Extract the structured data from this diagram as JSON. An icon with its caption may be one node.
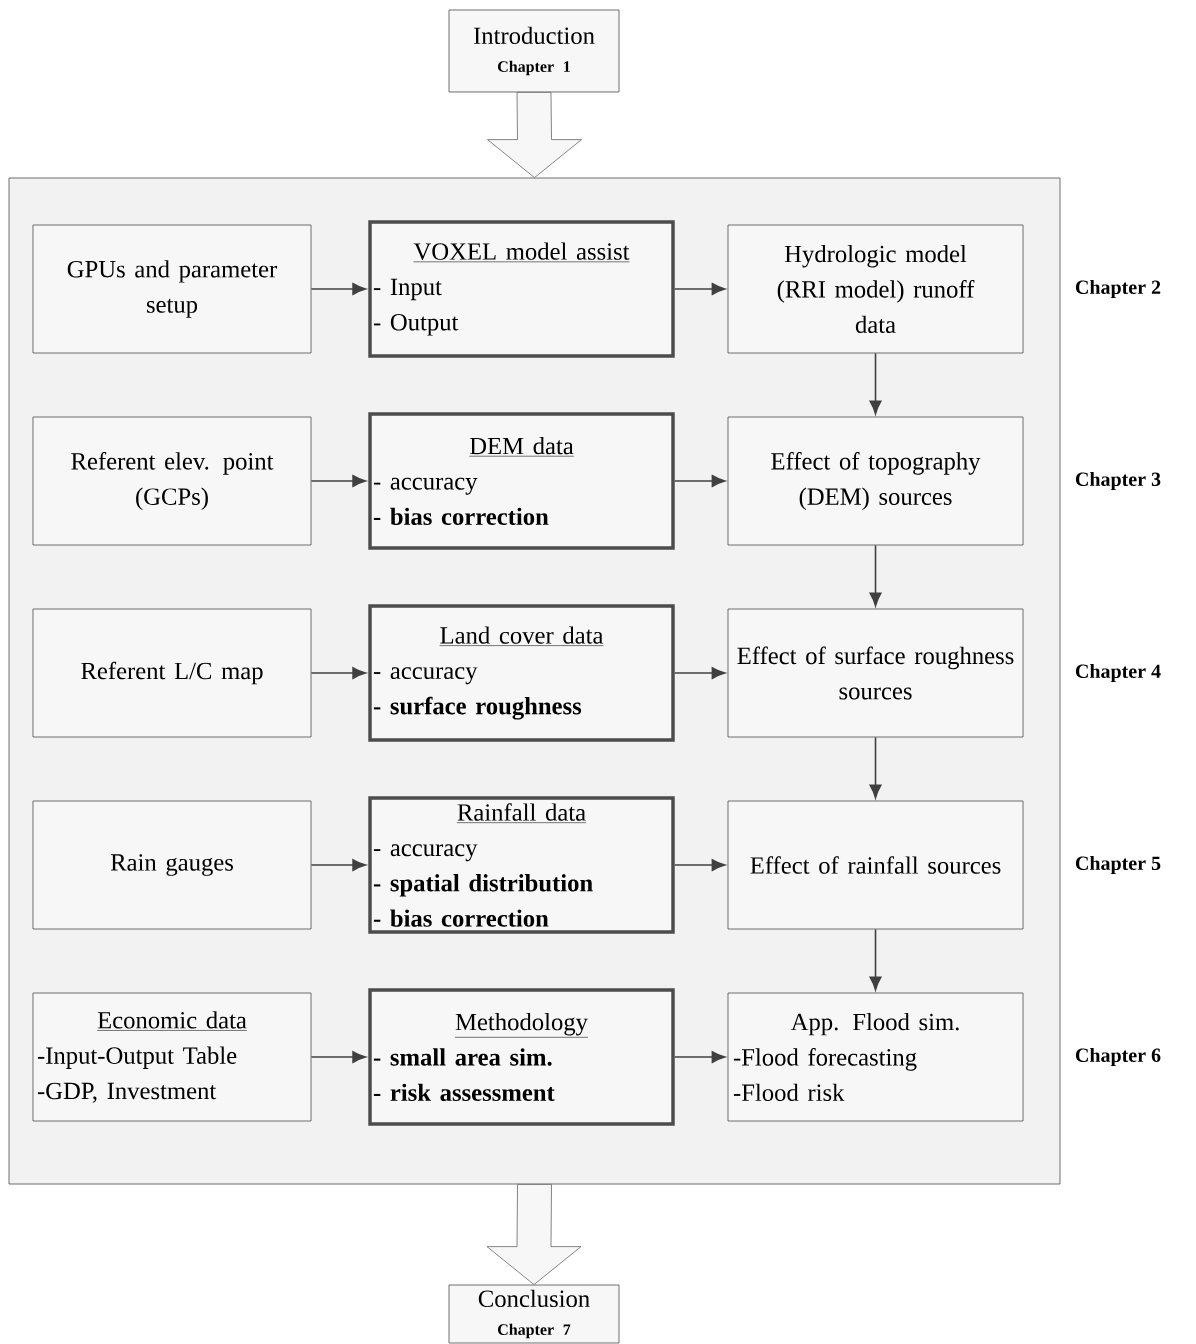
{
  "diagram": {
    "nodes": [
      {
        "text": [
          "Introduction",
          "Chapter 1"
        ]
      },
      {
        "text": [],
        "shape": "box"
      },
      {
        "text": [
          "GPUs and parameter setup"
        ],
        "in": 1
      },
      {
        "text": [
          "VOXEL model assist",
          "- Input",
          "- Output"
        ],
        "in": 1
      },
      {
        "text": [
          "Hydrologic model (RRI model) runoff data"
        ],
        "in": 1
      },
      {
        "text": [
          "Referent elev. point (GCPs)"
        ],
        "in": 1
      },
      {
        "text": [
          "DEM data",
          "- accuracy",
          "- bias correction"
        ],
        "in": 1
      },
      {
        "text": [
          "Effect of topography (DEM) sources"
        ],
        "in": 1
      },
      {
        "text": [
          "Referent L/C map"
        ],
        "in": 1
      },
      {
        "text": [
          "Land cover data",
          "- accuracy",
          "- surface roughness"
        ],
        "in": 1
      },
      {
        "text": [
          "Effect of surface roughness sources"
        ],
        "in": 1
      },
      {
        "text": [
          "Rain gauges"
        ],
        "in": 1
      },
      {
        "text": [
          "Rainfall data",
          "- accuracy",
          "- spatial distribution",
          "- bias correction"
        ],
        "in": 1
      },
      {
        "text": [
          "Effect of rainfall sources"
        ],
        "in": 1
      },
      {
        "text": [
          "Economic data",
          "-Input-Output Table",
          "-GDP, Investment"
        ],
        "in": 1
      },
      {
        "text": [
          "Methodology",
          "- small area sim.",
          "- risk assessment"
        ],
        "in": 1
      },
      {
        "text": [
          "App. Flood sim.",
          "-Flood forecasting",
          "-Flood risk"
        ],
        "in": 1
      },
      {
        "text": [
          "Conclusion",
          "Chapter 7"
        ]
      }
    ],
    "edges": [
      {
        "from": 0,
        "to": 1,
        "arrow": "to"
      },
      {
        "from": 2,
        "to": 3,
        "arrow": "to"
      },
      {
        "from": 3,
        "to": 4,
        "arrow": "to"
      },
      {
        "from": 4,
        "to": 7,
        "arrow": "to"
      },
      {
        "from": 5,
        "to": 6,
        "arrow": "to"
      },
      {
        "from": 6,
        "to": 7,
        "arrow": "to"
      },
      {
        "from": 7,
        "to": 10,
        "arrow": "to"
      },
      {
        "from": 8,
        "to": 9,
        "arrow": "to"
      },
      {
        "from": 9,
        "to": 10,
        "arrow": "to"
      },
      {
        "from": 10,
        "to": 13,
        "arrow": "to"
      },
      {
        "from": 11,
        "to": 12,
        "arrow": "to"
      },
      {
        "from": 12,
        "to": 13,
        "arrow": "to"
      },
      {
        "from": 13,
        "to": 16,
        "arrow": "to"
      },
      {
        "from": 14,
        "to": 15,
        "arrow": "to"
      },
      {
        "from": 15,
        "to": 16,
        "arrow": "to"
      },
      {
        "from": 1,
        "to": 17,
        "arrow": "to"
      }
    ],
    "labels": [
      "Chapter 2",
      "Chapter 3",
      "Chapter 4",
      "Chapter 5",
      "Chapter 6"
    ]
  }
}
